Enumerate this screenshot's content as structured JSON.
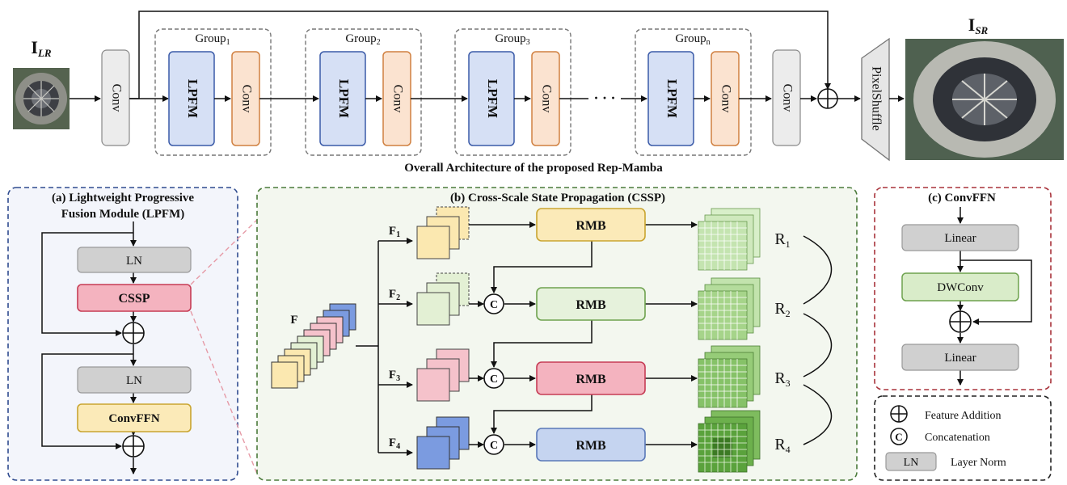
{
  "top": {
    "input_label": "I",
    "input_sub": "LR",
    "output_label": "I",
    "output_sub": "SR",
    "conv_label": "Conv",
    "lpfm_label": "LPFM",
    "ellipsis": "· · ·",
    "groups": [
      {
        "name": "Group",
        "sub": "1"
      },
      {
        "name": "Group",
        "sub": "2"
      },
      {
        "name": "Group",
        "sub": "3"
      },
      {
        "name": "Group",
        "sub": "n"
      }
    ],
    "pixelshuffle_label": "PixelShuffle",
    "caption": "Overall Architecture of the proposed Rep-Mamba"
  },
  "panel_a": {
    "title_line1": "(a) Lightweight Progressive",
    "title_line2": "Fusion Module (LPFM)",
    "ln1": "LN",
    "cssp": "CSSP",
    "ln2": "LN",
    "convffn": "ConvFFN"
  },
  "panel_b": {
    "title": "(b) Cross-Scale State Propagation (CSSP)",
    "feature_label": "F",
    "rmb_label": "RMB",
    "concat_symbol": "C",
    "branches": [
      {
        "f": "F",
        "f_sub": "1",
        "r": "R",
        "r_sub": "1",
        "color": "#fbe8b0",
        "rmb_fill": "#fbeab8",
        "rmb_stroke": "#c9a530"
      },
      {
        "f": "F",
        "f_sub": "2",
        "r": "R",
        "r_sub": "2",
        "color": "#e3f0d4",
        "rmb_fill": "#e6f2dc",
        "rmb_stroke": "#6ea24e"
      },
      {
        "f": "F",
        "f_sub": "3",
        "r": "R",
        "r_sub": "3",
        "color": "#f5c2cb",
        "rmb_fill": "#f4b3bf",
        "rmb_stroke": "#c63c55"
      },
      {
        "f": "F",
        "f_sub": "4",
        "r": "R",
        "r_sub": "4",
        "color": "#7b9be0",
        "rmb_fill": "#c5d4f0",
        "rmb_stroke": "#5a78b8"
      }
    ]
  },
  "panel_c": {
    "title": "(c) ConvFFN",
    "linear1": "Linear",
    "dwconv": "DWConv",
    "linear2": "Linear"
  },
  "legend": {
    "addition": "Feature Addition",
    "concat_symbol": "C",
    "concat": "Concatenation",
    "ln_box": "LN",
    "ln": "Layer Norm"
  },
  "colors": {
    "lpfm_fill": "#d6e0f5",
    "lpfm_stroke": "#3a5aa8",
    "conv_fill": "#fbe3d0",
    "conv_stroke": "#d08040",
    "panel_a_bg": "#f3f5fb",
    "panel_a_border": "#2f4b8f",
    "panel_b_bg": "#f3f7ef",
    "panel_b_border": "#4a7a3a",
    "panel_c_border": "#a8323a"
  }
}
